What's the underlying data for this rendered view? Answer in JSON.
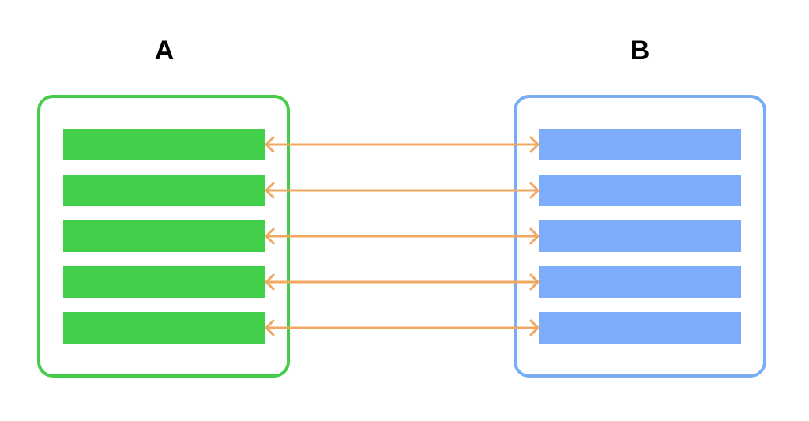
{
  "diagram": {
    "left_panel": {
      "label": "A",
      "border_color": "#44cc4a",
      "item_color": "#43cf4a",
      "item_count": 5
    },
    "right_panel": {
      "label": "B",
      "border_color": "#7aabf5",
      "item_color": "#7cacfa",
      "item_count": 5
    },
    "connectors": {
      "type": "bidirectional-arrow",
      "color": "#f0a860",
      "count": 5
    }
  }
}
